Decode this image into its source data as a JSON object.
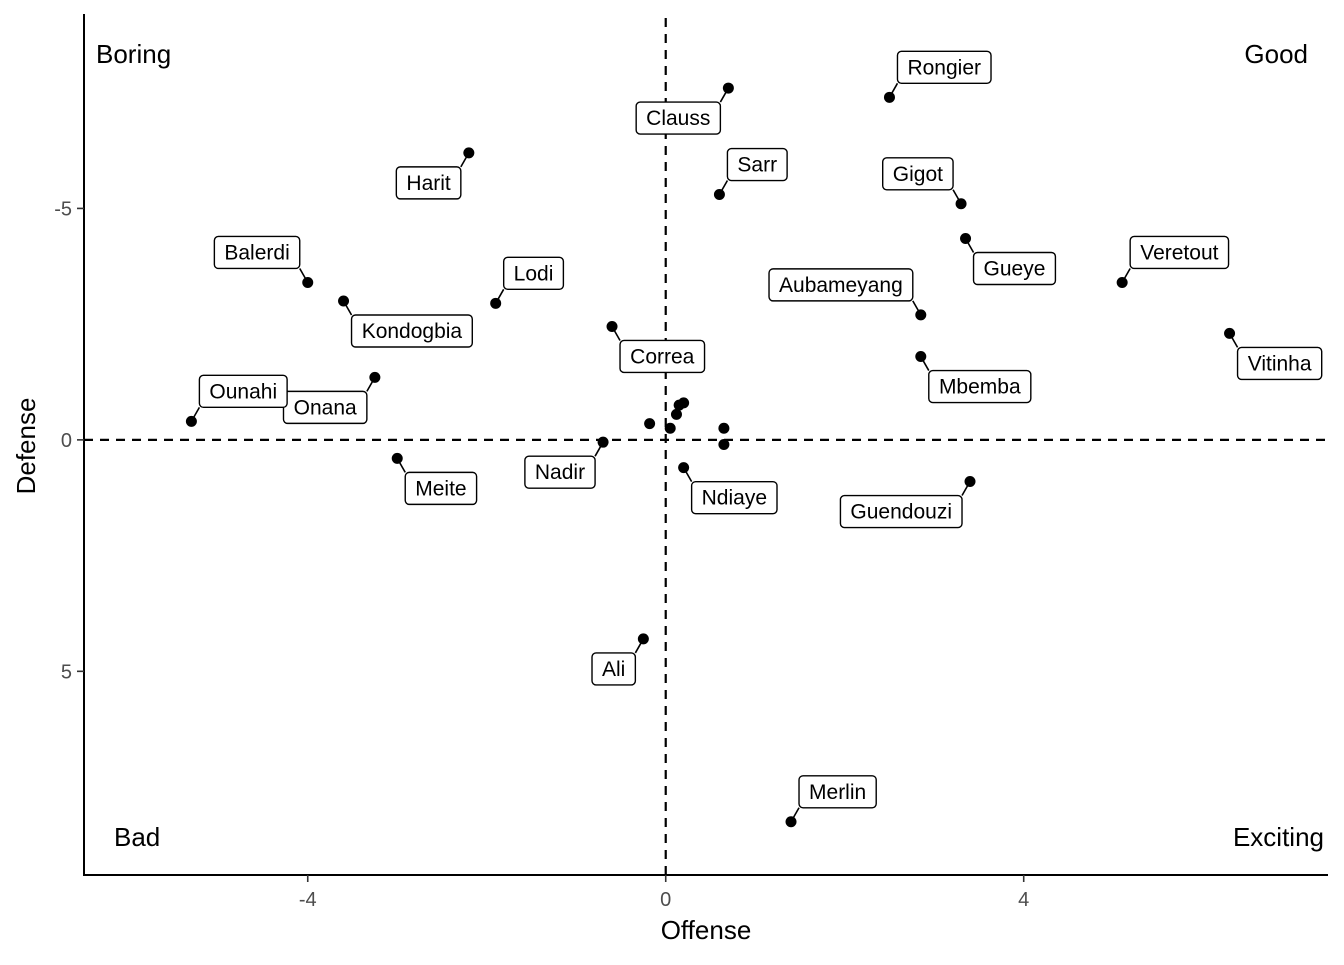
{
  "chart_data": {
    "type": "scatter",
    "xlabel": "Offense",
    "ylabel": "Defense",
    "xlim": [
      -6.5,
      7.4
    ],
    "ylim": [
      9.4,
      -9.2
    ],
    "y_reversed": true,
    "x_ticks": [
      -4,
      0,
      4
    ],
    "x_tick_labels": [
      "-4",
      "0",
      "4"
    ],
    "y_ticks": [
      -5,
      0,
      5
    ],
    "y_tick_labels": [
      "-5",
      "0",
      "5"
    ],
    "reference_lines": {
      "x": 0,
      "y": 0,
      "style": "dashed"
    },
    "grid": false,
    "quadrant_labels": {
      "top_left": "Boring",
      "top_right": "Good",
      "bottom_left": "Bad",
      "bottom_right": "Exciting"
    },
    "points": [
      {
        "label": "Rongier",
        "x": 2.5,
        "y": -7.4,
        "label_pos": "above-right"
      },
      {
        "label": "Clauss",
        "x": 0.7,
        "y": -7.6,
        "label_pos": "below-left"
      },
      {
        "label": "Harit",
        "x": -2.2,
        "y": -6.2,
        "label_pos": "below-left"
      },
      {
        "label": "Sarr",
        "x": 0.6,
        "y": -5.3,
        "label_pos": "above-right"
      },
      {
        "label": "Gigot",
        "x": 3.3,
        "y": -5.1,
        "label_pos": "above-left"
      },
      {
        "label": "Gueye",
        "x": 3.35,
        "y": -4.35,
        "label_pos": "below-right"
      },
      {
        "label": "Balerdi",
        "x": -4.0,
        "y": -3.4,
        "label_pos": "above-left"
      },
      {
        "label": "Veretout",
        "x": 5.1,
        "y": -3.4,
        "label_pos": "above-right"
      },
      {
        "label": "Lodi",
        "x": -1.9,
        "y": -2.95,
        "label_pos": "above-right"
      },
      {
        "label": "Kondogbia",
        "x": -3.6,
        "y": -3.0,
        "label_pos": "below-right"
      },
      {
        "label": "Aubameyang",
        "x": 2.85,
        "y": -2.7,
        "label_pos": "above-left"
      },
      {
        "label": "Correa",
        "x": -0.6,
        "y": -2.45,
        "label_pos": "below-right"
      },
      {
        "label": "Vitinha",
        "x": 6.3,
        "y": -2.3,
        "label_pos": "below-right"
      },
      {
        "label": "Mbemba",
        "x": 2.85,
        "y": -1.8,
        "label_pos": "below-right"
      },
      {
        "label": "Onana",
        "x": -3.25,
        "y": -1.35,
        "label_pos": "below-left"
      },
      {
        "label": "Ounahi",
        "x": -5.3,
        "y": -0.4,
        "label_pos": "above-right"
      },
      {
        "label": "Meite",
        "x": -3.0,
        "y": 0.4,
        "label_pos": "below-right"
      },
      {
        "label": "Nadir",
        "x": -0.7,
        "y": 0.05,
        "label_pos": "below-left"
      },
      {
        "label": "Ndiaye",
        "x": 0.2,
        "y": 0.6,
        "label_pos": "below-right"
      },
      {
        "label": "Guendouzi",
        "x": 3.4,
        "y": 0.9,
        "label_pos": "below-left"
      },
      {
        "label": "Ali",
        "x": -0.25,
        "y": 4.3,
        "label_pos": "below-left"
      },
      {
        "label": "Merlin",
        "x": 1.4,
        "y": 8.25,
        "label_pos": "above-right"
      },
      {
        "label": "",
        "x": 0.2,
        "y": -0.8
      },
      {
        "label": "",
        "x": 0.15,
        "y": -0.75
      },
      {
        "label": "",
        "x": 0.12,
        "y": -0.55
      },
      {
        "label": "",
        "x": -0.18,
        "y": -0.35
      },
      {
        "label": "",
        "x": 0.05,
        "y": -0.25
      },
      {
        "label": "",
        "x": 0.65,
        "y": -0.25
      },
      {
        "label": "",
        "x": 0.65,
        "y": 0.1
      }
    ]
  }
}
